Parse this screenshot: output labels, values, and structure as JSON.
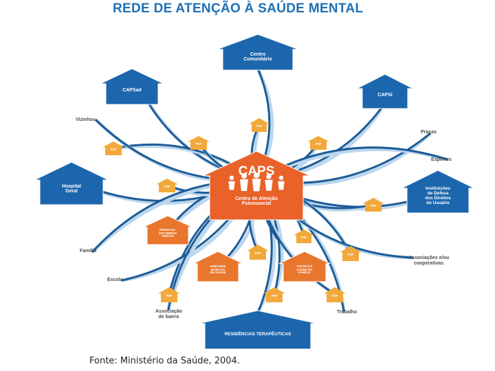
{
  "title": "REDE DE ATENÇÃO À SAÚDE MENTAL",
  "center": {
    "name": "CAPS",
    "subtitle": [
      "Centro de Atenção",
      "Psicossocial"
    ]
  },
  "blue_nodes": {
    "centro_comunitario": [
      "Centro",
      "Comunitário"
    ],
    "caps_ad": [
      "CAPSad"
    ],
    "caps_i": [
      "CAPSi"
    ],
    "hospital_geral": [
      "Hospital",
      "Geral"
    ],
    "instituicoes": [
      "Instituições",
      "de Defesa",
      "dos Direitos",
      "do Usuário"
    ],
    "residencias": [
      "RESIDÊNCIAS TERAPÊUTICAS"
    ]
  },
  "orange_nodes": {
    "prontos_socorros": [
      "PRONTOS-",
      "SOCORROS",
      "GERAIS"
    ],
    "unidades_basicas": [
      "UNIDADES",
      "BÁSICAS",
      "DE SAÚDE"
    ],
    "psf_pacs": [
      "PSF/PACS",
      "SAÚDE DA",
      "FAMÍLIA"
    ]
  },
  "psf_label": "PSF",
  "labels": {
    "vizinhos": [
      "Vizinhos"
    ],
    "pracas": [
      "Praças"
    ],
    "esportes": [
      "Esportes"
    ],
    "familia": [
      "Família"
    ],
    "escola": [
      "Escola"
    ],
    "associacao_bairro": [
      "Associação",
      "de bairro"
    ],
    "trabalho": [
      "Trabalho"
    ],
    "associacoes_cooperativas": [
      "Associações e/ou",
      "cooperativas"
    ]
  },
  "caption": "Fonte: Ministério da Saúde, 2004.",
  "colors": {
    "title": "#1e6fb3",
    "blue_house": "#1c66ad",
    "caps_house": "#e8622a",
    "orange_house": "#e8762c",
    "psf_house": "#f2a93b",
    "ribbon_dark": "#1d5c97",
    "ribbon_light": "#bcd6ee"
  }
}
